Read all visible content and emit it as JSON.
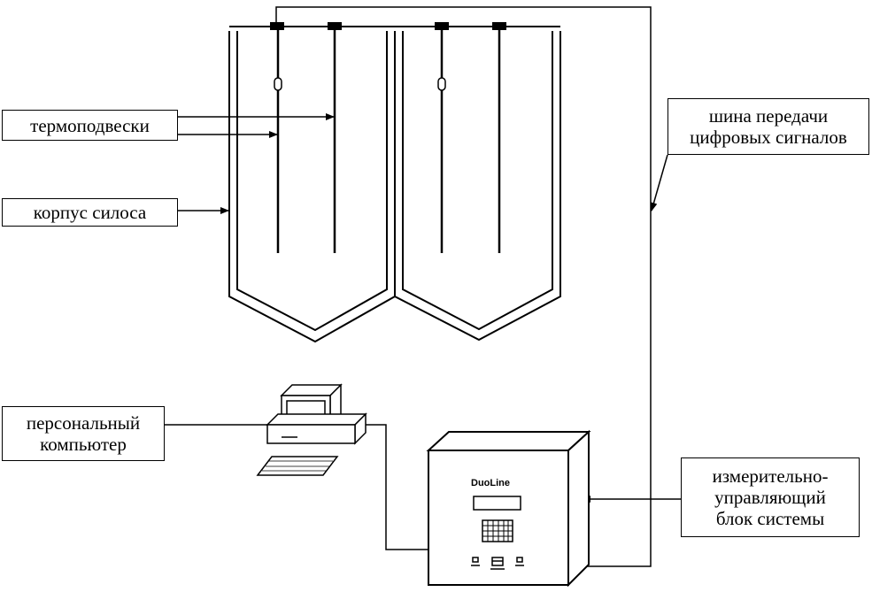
{
  "labels": {
    "thermal_probes": "термоподвески",
    "silo_body": "корпус силоса",
    "data_bus_line1": "шина передачи",
    "data_bus_line2": "цифровых сигналов",
    "pc_line1": "персональный",
    "pc_line2": "компьютер",
    "control_unit_line1": "измерительно-",
    "control_unit_line2": "управляющий",
    "control_unit_line3": "блок системы"
  },
  "device": {
    "brand": "DuoLine"
  },
  "colors": {
    "line": "#000000",
    "background": "#ffffff"
  }
}
